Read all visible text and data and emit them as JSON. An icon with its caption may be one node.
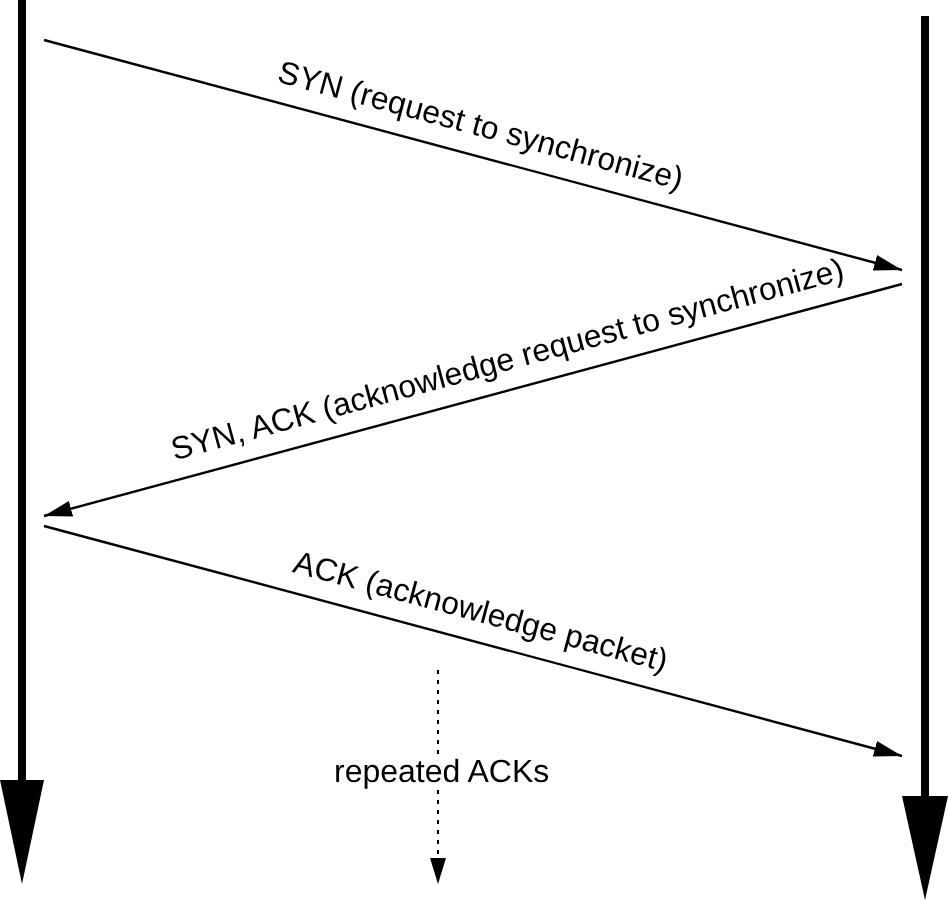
{
  "diagram": {
    "nodes": [
      {
        "text": [],
        "shape": "bar"
      },
      {
        "text": [],
        "shape": "bar"
      }
    ],
    "edges": [
      {
        "from": 0,
        "to": 1,
        "arrow": "to",
        "label": "SYN (request to synchronize)"
      },
      {
        "from": 1,
        "to": 0,
        "arrow": "to",
        "label": "SYN, ACK (acknowledge request to synchronize)"
      },
      {
        "from": 0,
        "to": 1,
        "arrow": "to",
        "label": "ACK (acknowledge packet)"
      }
    ],
    "labels": [
      "repeated ACKs"
    ]
  }
}
